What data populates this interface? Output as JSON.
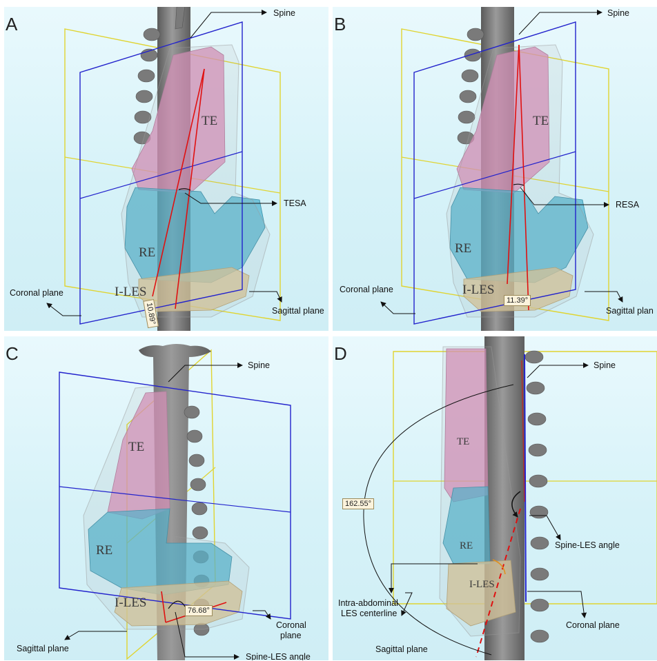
{
  "panels": {
    "a": {
      "label": "A",
      "spine": "Spine",
      "te": "TE",
      "re": "RE",
      "iles": "I-LES",
      "coronal": "Coronal plane",
      "sagittal": "Sagittal plane",
      "angle_name": "TESA",
      "angle_value": "10.89°"
    },
    "b": {
      "label": "B",
      "spine": "Spine",
      "te": "TE",
      "re": "RE",
      "iles": "I-LES",
      "coronal": "Coronal plane",
      "sagittal": "Sagittal plan",
      "angle_name": "RESA",
      "angle_value": "11.39°"
    },
    "c": {
      "label": "C",
      "spine": "Spine",
      "te": "TE",
      "re": "RE",
      "iles": "I-LES",
      "coronal_l1": "Coronal",
      "coronal_l2": "plane",
      "sagittal": "Sagittal plane",
      "angle_name": "Spine-LES angle",
      "angle_value": "76.68°"
    },
    "d": {
      "label": "D",
      "spine": "Spine",
      "te": "TE",
      "re": "RE",
      "iles": "I-LES",
      "coronal": "Coronal plane",
      "sagittal": "Sagittal plane",
      "angle_name": "Spine-LES angle",
      "angle_value": "162.55°",
      "centerline_l1": "Intra-abdominal",
      "centerline_l2": "LES centerline"
    }
  },
  "colors": {
    "background": "#d9f3f9",
    "coronal_plane": "#2222cc",
    "sagittal_plane": "#e0d430",
    "te": "#d98fba",
    "re": "#4fb3cf",
    "iles": "#d8c79a",
    "spine": "#6e6e6e",
    "angle_line": "#e01010"
  }
}
